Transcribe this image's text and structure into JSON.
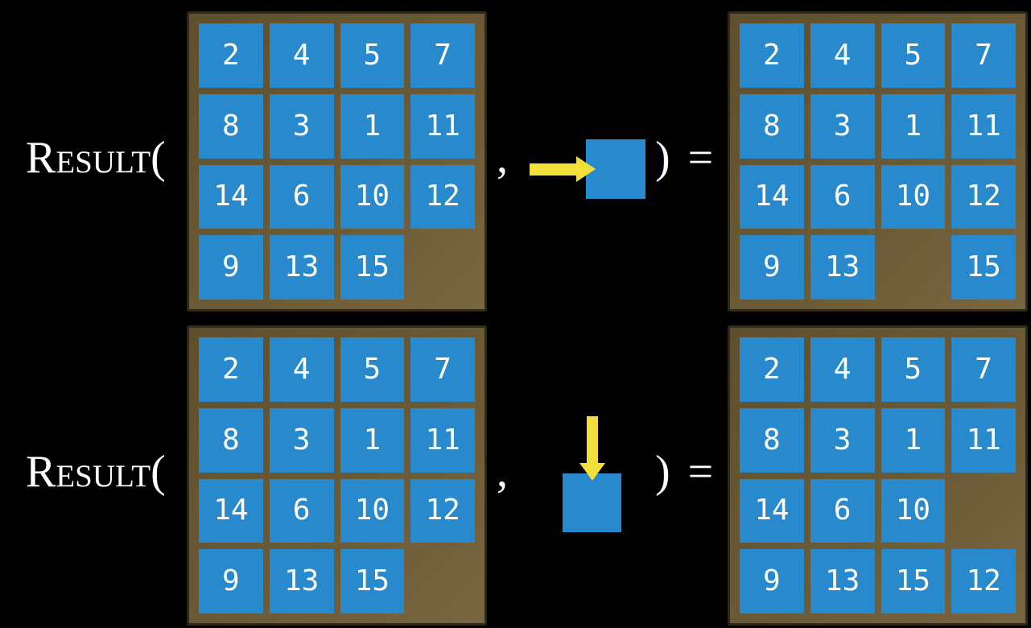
{
  "figure": {
    "function_name": "Result(",
    "comma": ",",
    "close_paren_equals": ") ="
  },
  "colors": {
    "background": "#000000",
    "tile_blue": "#2889CD",
    "board_brown": "#6B5A37",
    "board_border": "#2E2817",
    "arrow_yellow": "#F2E03A",
    "text_white": "#FFFFFF"
  },
  "rows": [
    {
      "move": "right",
      "input_board": [
        [
          "2",
          "4",
          "5",
          "7"
        ],
        [
          "8",
          "3",
          "1",
          "11"
        ],
        [
          "14",
          "6",
          "10",
          "12"
        ],
        [
          "9",
          "13",
          "15",
          ""
        ]
      ],
      "output_board": [
        [
          "2",
          "4",
          "5",
          "7"
        ],
        [
          "8",
          "3",
          "1",
          "11"
        ],
        [
          "14",
          "6",
          "10",
          "12"
        ],
        [
          "9",
          "13",
          "",
          "15"
        ]
      ]
    },
    {
      "move": "down",
      "input_board": [
        [
          "2",
          "4",
          "5",
          "7"
        ],
        [
          "8",
          "3",
          "1",
          "11"
        ],
        [
          "14",
          "6",
          "10",
          "12"
        ],
        [
          "9",
          "13",
          "15",
          ""
        ]
      ],
      "output_board": [
        [
          "2",
          "4",
          "5",
          "7"
        ],
        [
          "8",
          "3",
          "1",
          "11"
        ],
        [
          "14",
          "6",
          "10",
          ""
        ],
        [
          "9",
          "13",
          "15",
          "12"
        ]
      ]
    }
  ]
}
